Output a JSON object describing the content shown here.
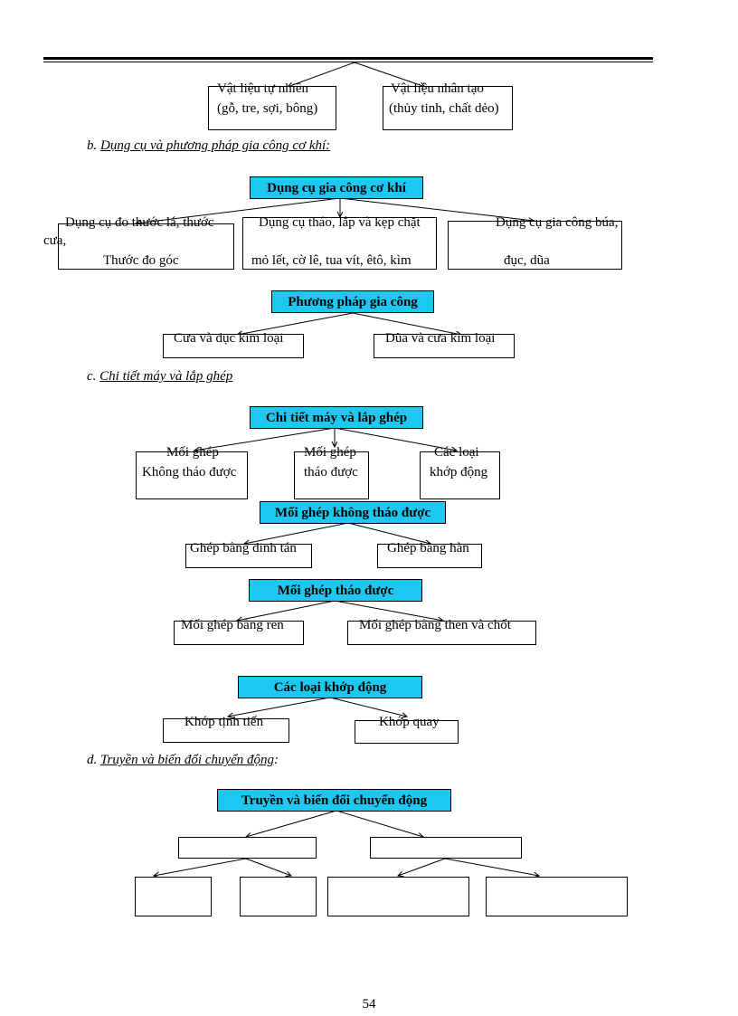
{
  "top": {
    "box_left": [
      "Vật liệu tự nhiên",
      "(gỗ, tre, sợi, bông)"
    ],
    "box_right": [
      "Vật liệu nhân tạo",
      "(thủy tinh, chất dẻo)"
    ]
  },
  "section_b": {
    "prefix": "b.",
    "title": "Dụng cụ và phương pháp gia công cơ khí:",
    "tools_header": "Dụng cụ gia công cơ khí",
    "tool1_line1": "Dụng cụ đo thước lá, thước",
    "tool1_cont": "cưa,",
    "tool1_line2": "Thước đo góc",
    "tool2_line1": "Dụng cụ tháo, lắp và kẹp chặt",
    "tool2_line2": "mỏ lết, cờ lê, tua vít, êtô, kìm",
    "tool3_line1": "Dụng cụ gia công búa,",
    "tool3_line2": "đục, dũa",
    "method_header": "Phương pháp gia công",
    "method1": "Cưa và đục kim loại",
    "method2": "Dũa và cưa kim loại"
  },
  "section_c": {
    "prefix": "c.",
    "title": "Chi tiết máy và lắp ghép",
    "header": "Chi tiết máy và lắp ghép",
    "box1": [
      "Mối ghép",
      "Không tháo được"
    ],
    "box2": [
      "Mối ghép",
      "tháo được"
    ],
    "box3": [
      "Các loại",
      "khớp động"
    ],
    "fixed_header": "Mối ghép không tháo được",
    "fixed1": "Ghép bằng đinh tán",
    "fixed2": "Ghép bằng hàn",
    "removable_header": "Mối ghép tháo được",
    "removable1": "Mối ghép bằng ren",
    "removable2": "Mối ghép bằng then và chốt",
    "joints_header": "Các loại khớp động",
    "joint1": "Khớp tịnh tiến",
    "joint2": "Khớp quay"
  },
  "section_d": {
    "prefix": "d.",
    "title": "Truyền và biến đổi chuyển động",
    "suffix": ":",
    "header": "Truyền và biến đổi chuyển động"
  },
  "page_number": "54"
}
